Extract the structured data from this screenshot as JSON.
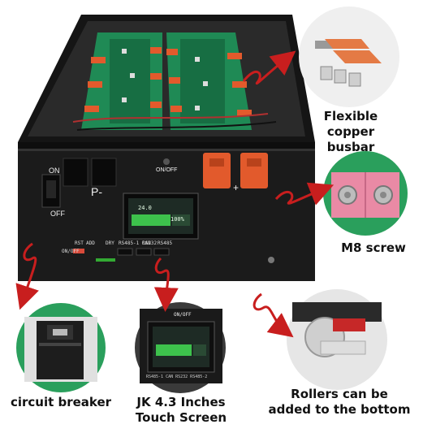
{
  "labels": {
    "busbar": [
      "Flexible",
      "copper busbar"
    ],
    "screw": "M8 screw",
    "breaker": "circuit breaker",
    "screen": [
      "JK 4.3 Inches",
      "Touch Screen"
    ],
    "rollers": [
      "Rollers can be",
      "added to the bottom"
    ]
  },
  "panel": {
    "on": "ON",
    "off": "OFF",
    "minus": "P-",
    "plus": "+",
    "onoff": "ON/OFF",
    "ports": [
      "RST",
      "ADD",
      "DRY",
      "RS485-1 CAN",
      "RS232",
      "RS485"
    ],
    "onoff_small": "ON/OFF"
  },
  "lcd": {
    "line1": "24.0",
    "line2": "100%"
  },
  "inset_screen": {
    "top": "ON/OFF",
    "ports": "RS485-1 CAN  RS232  RS485-2"
  },
  "colors": {
    "case": "#1b1b1b",
    "pcb": "#1f8a55",
    "terminal": "#e25a2c",
    "arrow": "#c81e1e",
    "insert_pink": "#e98aa5"
  }
}
